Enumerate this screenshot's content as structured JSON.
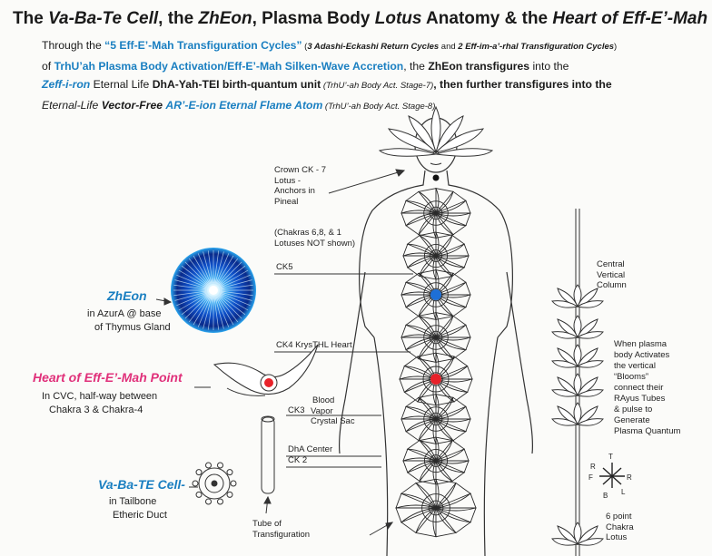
{
  "title": {
    "p1": "The ",
    "p2": "Va-Ba-Te Cell",
    "p3": ", the ",
    "p4": "ZhEon",
    "p5": ", Plasma Body ",
    "p6": "Lotus",
    "p7": " Anatomy & the ",
    "p8": "Heart of Eff-E’-Mah"
  },
  "intro": {
    "a": "Through the ",
    "b": "“5 Eff-E’-Mah Transfiguration Cycles”",
    "c": " (",
    "d": "3 Adashi-Eckashi Return Cycles",
    "e": " and ",
    "f": "2 Eff-im-a’-rhal Transfiguration Cycles",
    "g": ")",
    "h": "of ",
    "i": "TrhU’ah Plasma Body Activation/Eff-E’-Mah Silken-Wave Accretion",
    "j": ", the ",
    "k": "ZhEon transfigures",
    "l": " into the",
    "m": "Zeff-i-ron",
    "n": " Eternal Life ",
    "o": "DhA-Yah-TEI birth-quantum unit",
    "p": " (TrhU’-ah Body Act. Stage-7)",
    "q": ", then further transfigures into the",
    "r": "Eternal-Life ",
    "s": "Vector-Free",
    "t": " ",
    "u": "AR’-E-ion Eternal Flame Atom",
    "v": " (TrhU’-ah Body Act. Stage-8)."
  },
  "labels": {
    "crown": [
      "Crown CK - 7",
      "Lotus -",
      "Anchors in",
      "Pineal"
    ],
    "notshown": [
      "(Chakras 6,8, & 1",
      "Lotuses NOT shown)"
    ],
    "ck5": "CK5",
    "ck4": "CK4 KrysTHL Heart",
    "blood": "Blood",
    "ck3": "CK3",
    "vapor": "Vapor",
    "crystal": "Crystal Sac",
    "dha": "DhA Center",
    "ck2": "CK 2",
    "tube": [
      "Tube of",
      "Transfiguration"
    ],
    "central": [
      "Central",
      "Vertical",
      "Column"
    ],
    "when": [
      "When plasma",
      "body Activates",
      "the vertical",
      "“Blooms”",
      "connect their",
      "RAyus Tubes",
      "& pulse to",
      "Generate",
      "Plasma Quantum"
    ],
    "sixpoint": [
      "6 point",
      "Chakra",
      "Lotus"
    ],
    "compass": {
      "t": "T",
      "r1": "R",
      "f": "F",
      "r2": "R",
      "b": "B",
      "l": "L"
    }
  },
  "zheon": {
    "title": "ZhEon",
    "sub1": "in AzurA @ base",
    "sub2": "of Thymus Gland"
  },
  "heart": {
    "title": "Heart of Eff-E’-Mah Point",
    "sub1": "In CVC, half-way between",
    "sub2": "Chakra 3 & Chakra-4"
  },
  "vabate": {
    "title": "Va-Ba-TE Cell-",
    "sub1": "in Tailbone",
    "sub2": "Etheric Duct"
  },
  "colors": {
    "blue": "#1a7fc1",
    "pink": "#e0307a",
    "chakra_blue": "#1d6fd6",
    "chakra_red": "#e8222a"
  }
}
